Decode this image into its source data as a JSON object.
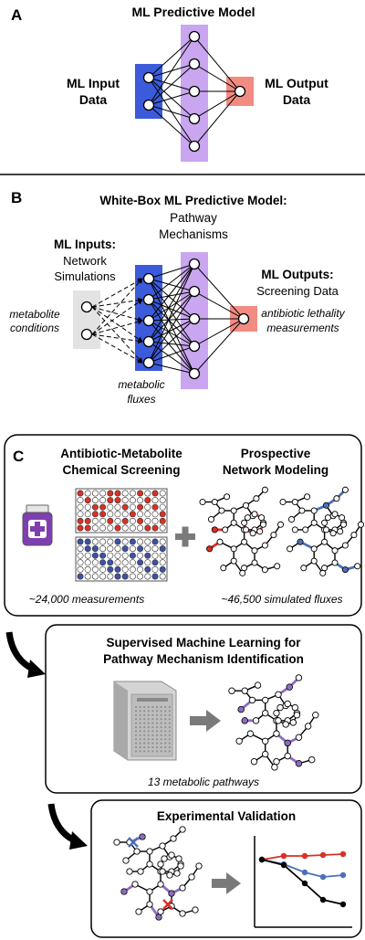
{
  "panel_a": {
    "letter": "A",
    "title": "ML Predictive Model",
    "input_label": [
      "ML Input",
      "Data"
    ],
    "output_label": [
      "ML Output",
      "Data"
    ]
  },
  "panel_b": {
    "letter": "B",
    "title": "White-Box ML Predictive Model:",
    "subtitle": [
      "Pathway",
      "Mechanisms"
    ],
    "inputs_title": "ML Inputs:",
    "inputs_sub": [
      "Network",
      "Simulations"
    ],
    "outputs_title": "ML Outputs:",
    "outputs_sub": "Screening Data",
    "left_note": [
      "metabolite",
      "conditions"
    ],
    "right_note": [
      "antibiotic lethality",
      "measurements"
    ],
    "bottom_note": [
      "metabolic",
      "fluxes"
    ]
  },
  "panel_c": {
    "letter": "C",
    "box1": {
      "left_title": [
        "Antibiotic-Metabolite",
        "Chemical Screening"
      ],
      "right_title": [
        "Prospective",
        "Network Modeling"
      ],
      "left_caption": "~24,000 measurements",
      "right_caption": "~46,500 simulated fluxes"
    },
    "box2": {
      "title": [
        "Supervised Machine Learning for",
        "Pathway Mechanism Identification"
      ],
      "caption": "13 metabolic pathways"
    },
    "box3": {
      "title": "Experimental Validation"
    }
  },
  "colors": {
    "input_blue": "#3b5bdb",
    "hidden_purple": "#c9a6ef",
    "output_red": "#f28b82",
    "grey_box": "#e3e3e3",
    "plate_red": "#d93025",
    "plate_blue": "#3f51a5",
    "pathway_purple": "#8e6cc0",
    "line_blue": "#4e6fb8"
  },
  "icons": [
    "bottle-icon",
    "plus-icon",
    "arrow-right-icon",
    "curved-arrow-icon",
    "computer-tower-icon",
    "cross-mark-icon"
  ]
}
